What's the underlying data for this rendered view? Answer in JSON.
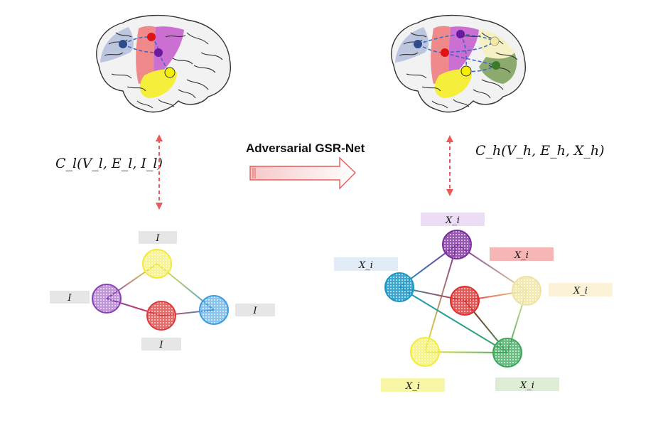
{
  "title": "Adversarial GSR-Net",
  "low_res": {
    "formula": "C_l(V_l, E_l, I_l)",
    "node_label": "I",
    "nodes": [
      {
        "name": "top",
        "color": "#f2ea3a"
      },
      {
        "name": "left",
        "color": "#8b3fb8"
      },
      {
        "name": "center",
        "color": "#e03a3a"
      },
      {
        "name": "right",
        "color": "#3c9be0"
      }
    ]
  },
  "high_res": {
    "formula": "C_h(V_h, E_h, X_h)",
    "node_label": "X_i",
    "nodes": [
      {
        "name": "top",
        "color": "#7a2d9c",
        "label_bg": "#ecdcf5"
      },
      {
        "name": "left",
        "color": "#1a96c6",
        "label_bg": "#e1ecf7"
      },
      {
        "name": "center",
        "color": "#e03030",
        "label_bg": "#f7b6b6"
      },
      {
        "name": "right",
        "color": "#efe3a0",
        "label_bg": "#fbf2d8"
      },
      {
        "name": "bottom-left",
        "color": "#f2ec3a",
        "label_bg": "#f8f7a8"
      },
      {
        "name": "bottom-right",
        "color": "#3aa65a",
        "label_bg": "#deedd5"
      }
    ]
  },
  "colors": {
    "arrow": "#e85a5a",
    "dashed": "#e85a5a",
    "label_bg": "#e6e6e6"
  },
  "icons": {
    "brain_low": "brain-low-icon",
    "brain_high": "brain-high-icon"
  }
}
